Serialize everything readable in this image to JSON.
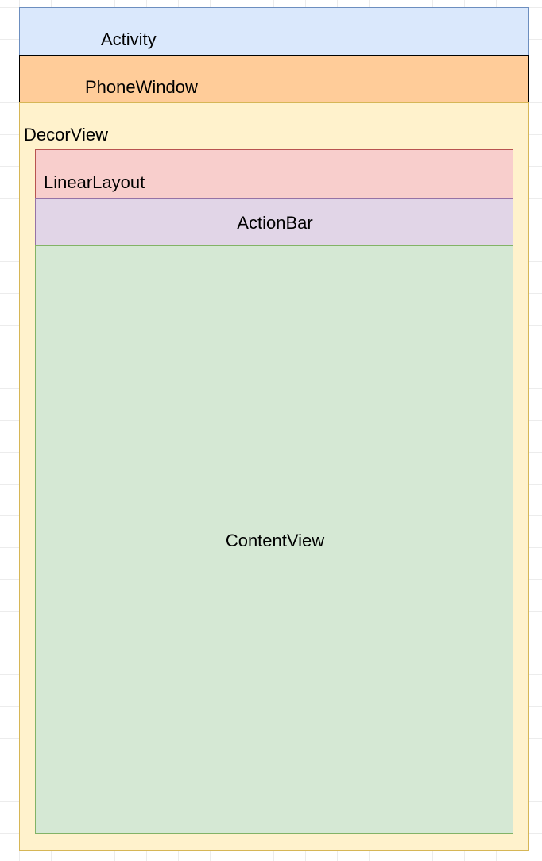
{
  "diagram": {
    "nodes": {
      "activity": {
        "label": "Activity",
        "fill": "#dae8fc",
        "stroke": "#6c8ebf"
      },
      "phone_window": {
        "label": "PhoneWindow",
        "fill": "#ffcc99",
        "stroke": "#000000"
      },
      "decor_view": {
        "label": "DecorView",
        "fill": "#fff2cc",
        "stroke": "#d6b656"
      },
      "linear_layout": {
        "label": "LinearLayout",
        "fill": "#f8cecc",
        "stroke": "#b85450"
      },
      "action_bar": {
        "label": "ActionBar",
        "fill": "#e1d5e7",
        "stroke": "#9673a6"
      },
      "content_view": {
        "label": "ContentView",
        "fill": "#d5e8d4",
        "stroke": "#82b366"
      }
    }
  }
}
